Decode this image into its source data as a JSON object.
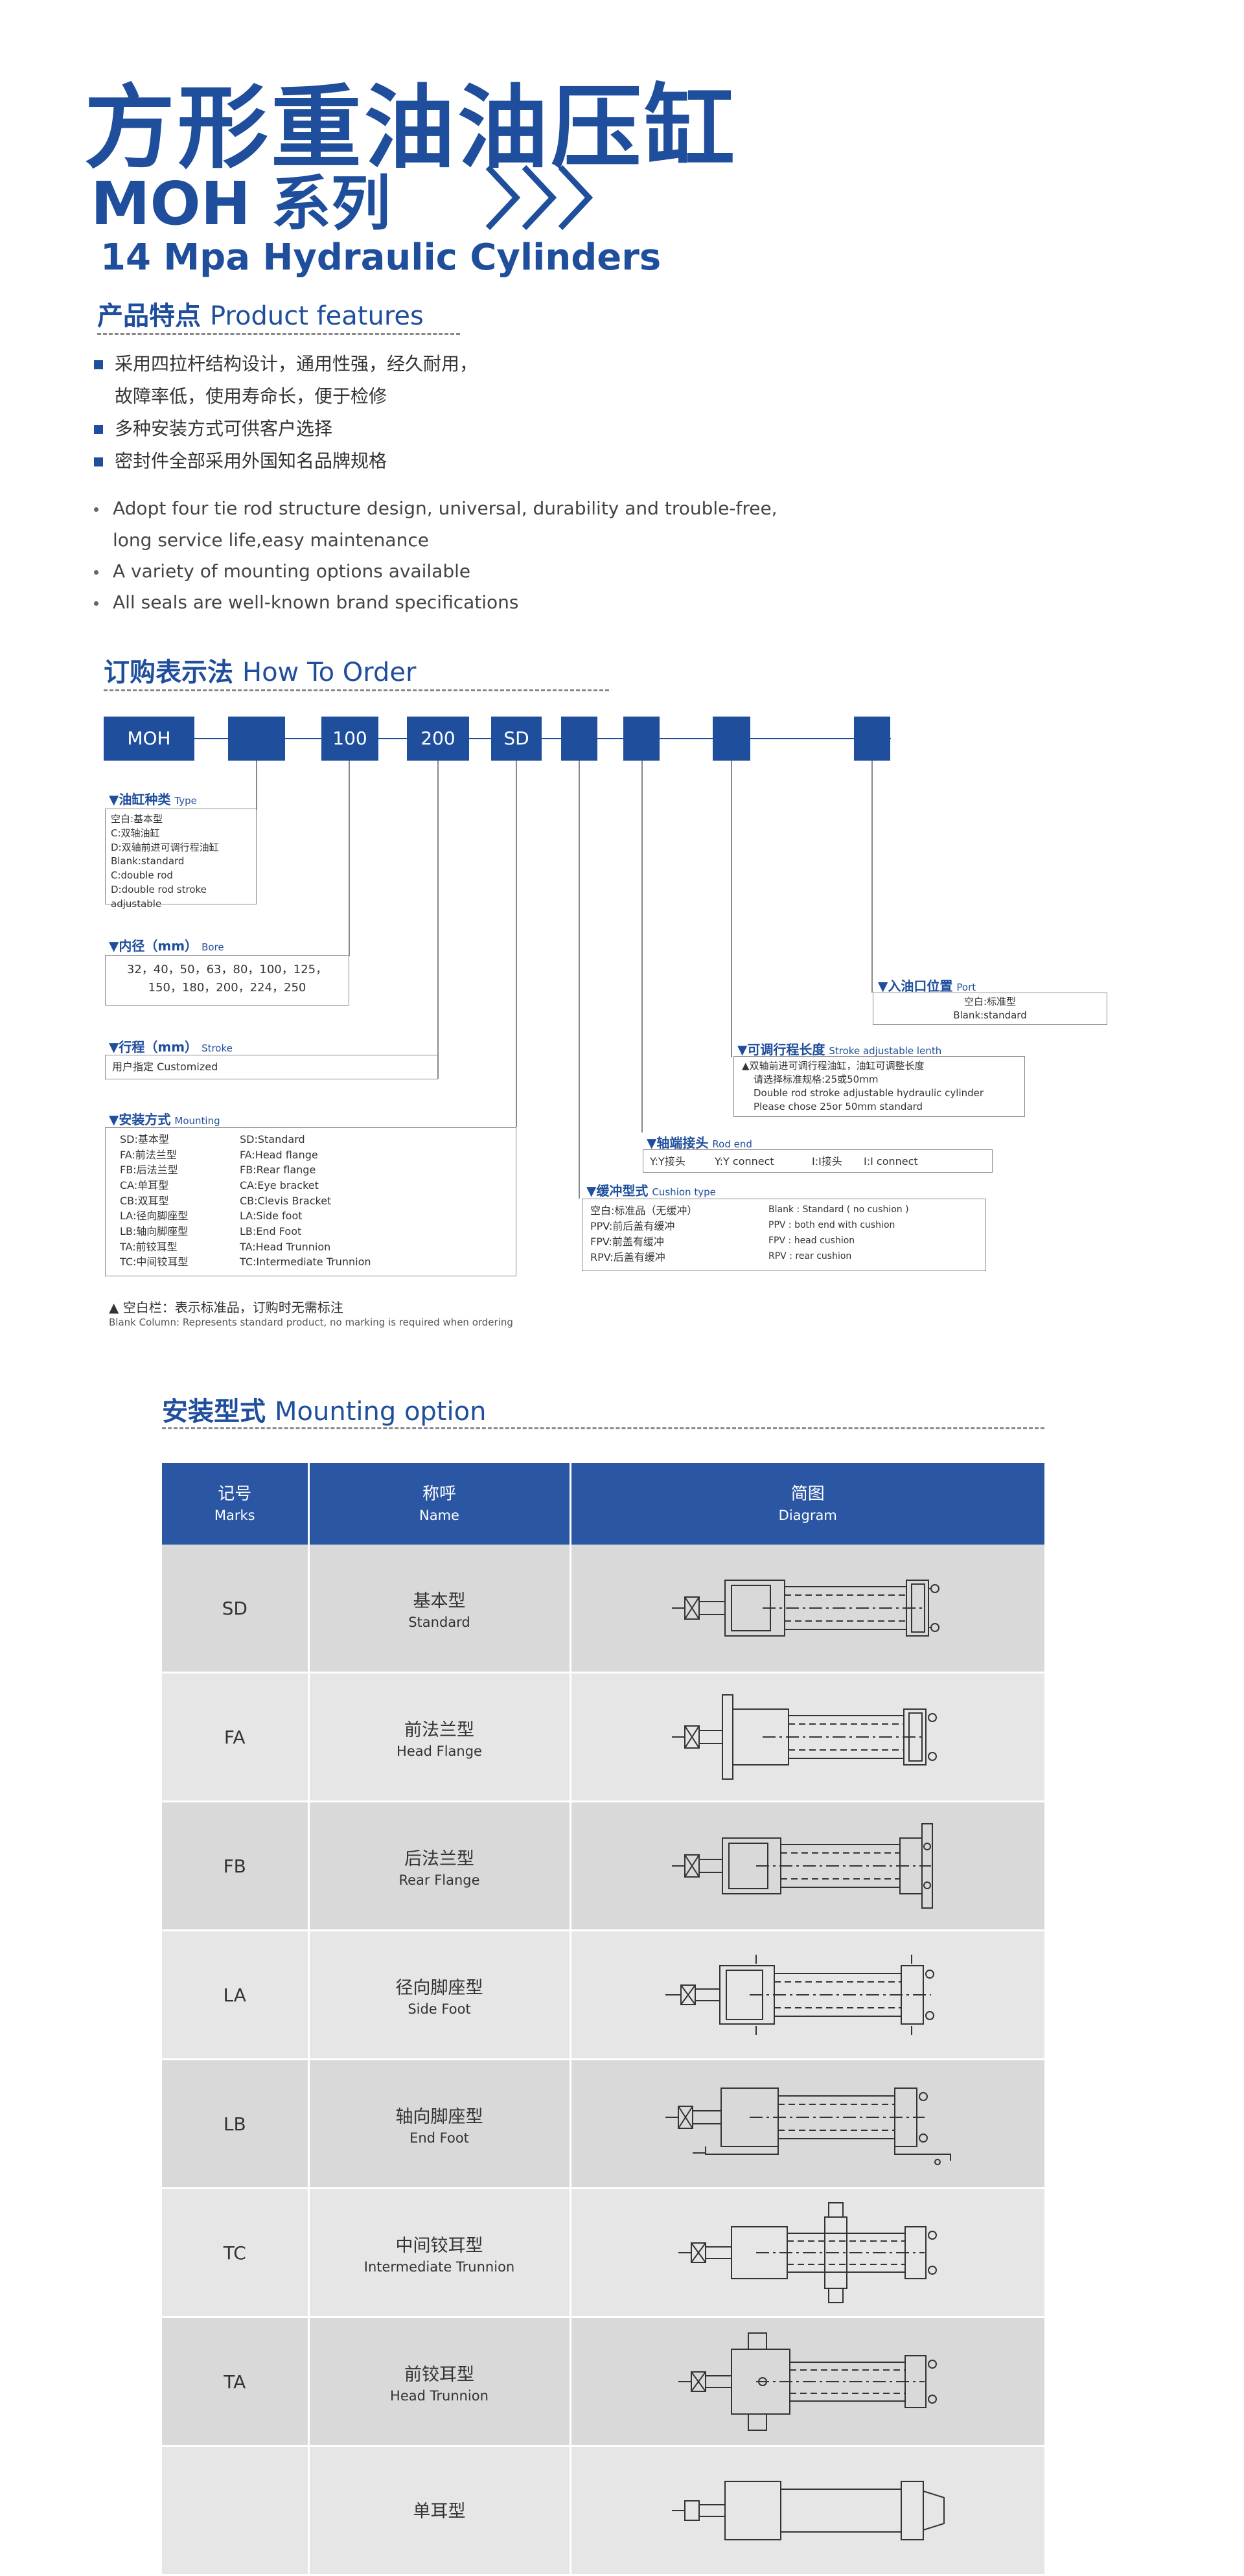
{
  "header": {
    "title_cn": "方形重油油压缸",
    "series": "MOH 系列",
    "title_en": "14  Mpa Hydraulic Cylinders"
  },
  "features": {
    "heading_cn": "产品特点",
    "heading_en": "Product features",
    "cn_items": [
      "采用四拉杆结构设计，通用性强，经久耐用，",
      "故障率低，使用寿命长，便于检修",
      "多种安装方式可供客户选择",
      "密封件全部采用外国知名品牌规格"
    ],
    "en_items": [
      "Adopt four tie rod structure design, universal, durability and trouble-free,",
      "long service life,easy maintenance",
      "A variety of mounting options available",
      "All seals are well-known brand specifications"
    ]
  },
  "order": {
    "heading_cn": "订购表示法",
    "heading_en": "How To Order",
    "boxes": [
      "MOH",
      "",
      "100",
      "200",
      "SD",
      "",
      "",
      "",
      ""
    ],
    "type": {
      "label": "▼油缸种类",
      "label_en": "Type",
      "lines": [
        "空白:基本型",
        "C:双轴油缸",
        "D:双轴前进可调行程油缸",
        "Blank:standard",
        "C:double rod",
        "D:double rod stroke adjustable"
      ]
    },
    "bore": {
      "label": "▼内径（mm）",
      "label_en": "Bore",
      "line1": "32，40，50，63，80，100，125，",
      "line2": "150，180，200，224，250"
    },
    "stroke": {
      "label": "▼行程（mm）",
      "label_en": "Stroke",
      "text": "用户指定 Customized"
    },
    "mounting": {
      "label": "▼安装方式",
      "label_en": "Mounting",
      "rows": [
        [
          "SD:基本型",
          "SD:Standard"
        ],
        [
          "FA:前法兰型",
          "FA:Head flange"
        ],
        [
          "FB:后法兰型",
          "FB:Rear flange"
        ],
        [
          "CA:单耳型",
          "CA:Eye bracket"
        ],
        [
          "CB:双耳型",
          "CB:Clevis Bracket"
        ],
        [
          "LA:径向脚座型",
          "LA:Side foot"
        ],
        [
          "LB:轴向脚座型",
          "LB:End Foot"
        ],
        [
          "TA:前铰耳型",
          "TA:Head Trunnion"
        ],
        [
          "TC:中间铰耳型",
          "TC:Intermediate Trunnion"
        ]
      ]
    },
    "cushion": {
      "label": "▼缓冲型式",
      "label_en": "Cushion type",
      "rows": [
        [
          "空白:标准品（无缓冲）",
          "Blank : Standard ( no cushion )"
        ],
        [
          "PPV:前后盖有缓冲",
          "PPV : both end with cushion"
        ],
        [
          "FPV:前盖有缓冲",
          "FPV : head cushion"
        ],
        [
          "RPV:后盖有缓冲",
          "RPV : rear cushion"
        ]
      ]
    },
    "rodend": {
      "label": "▼轴端接头",
      "label_en": "Rod end",
      "items": [
        "Y:Y接头",
        "Y:Y connect",
        "I:I接头",
        "I:I connect"
      ]
    },
    "adjust": {
      "label": "▼可调行程长度",
      "label_en": "Stroke adjustable lenth",
      "lines": [
        "▲双轴前进可调行程油缸，油缸可调整长度",
        "请选择标准规格:25或50mm",
        "Double rod stroke adjustable hydraulic cylinder",
        "Please chose 25or 50mm standard"
      ]
    },
    "port": {
      "label": "▼入油口位置",
      "label_en": "Port",
      "line1": "空白:标准型",
      "line2": "Blank:standard"
    },
    "note_cn": "▲ 空白栏：表示标准品，订购时无需标注",
    "note_en": "Blank Column: Represents standard product, no marking is required when ordering"
  },
  "mounting_option": {
    "heading_cn": "安装型式",
    "heading_en": "Mounting option",
    "columns": [
      {
        "cn": "记号",
        "en": "Marks"
      },
      {
        "cn": "称呼",
        "en": "Name"
      },
      {
        "cn": "简图",
        "en": "Diagram"
      }
    ],
    "rows": [
      {
        "mark": "SD",
        "name_cn": "基本型",
        "name_en": "Standard",
        "diagram": "standard-cylinder-drawing"
      },
      {
        "mark": "FA",
        "name_cn": "前法兰型",
        "name_en": "Head Flange",
        "diagram": "head-flange-cylinder-drawing"
      },
      {
        "mark": "FB",
        "name_cn": "后法兰型",
        "name_en": "Rear Flange",
        "diagram": "rear-flange-cylinder-drawing"
      },
      {
        "mark": "LA",
        "name_cn": "径向脚座型",
        "name_en": "Side Foot",
        "diagram": "side-foot-cylinder-drawing"
      },
      {
        "mark": "LB",
        "name_cn": "轴向脚座型",
        "name_en": "End Foot",
        "diagram": "end-foot-cylinder-drawing"
      },
      {
        "mark": "TC",
        "name_cn": "中间铰耳型",
        "name_en": "Intermediate Trunnion",
        "diagram": "intermediate-trunnion-cylinder-drawing"
      },
      {
        "mark": "TA",
        "name_cn": "前铰耳型",
        "name_en": "Head Trunnion",
        "diagram": "head-trunnion-cylinder-drawing"
      },
      {
        "mark": "",
        "name_cn": "单耳型",
        "name_en": "",
        "diagram": "eye-bracket-cylinder-drawing"
      }
    ]
  },
  "colors": {
    "brand_blue": "#1f4e9c",
    "table_header": "#2a56a4",
    "row_gray_1": "#d9d9d9",
    "row_gray_2": "#e6e6e6"
  }
}
